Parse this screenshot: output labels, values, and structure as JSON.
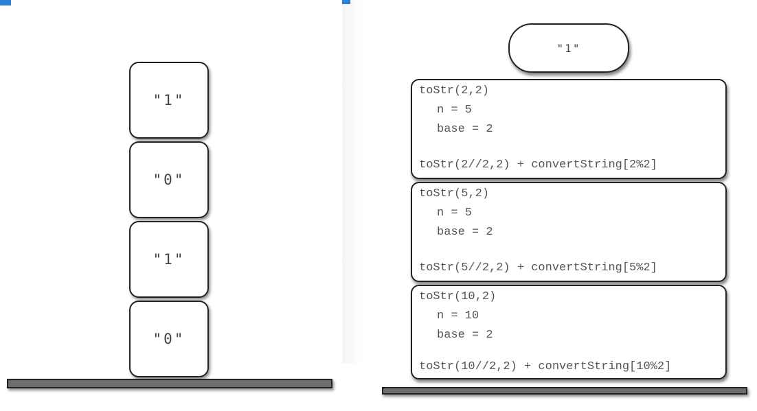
{
  "left_stack": {
    "items": [
      "\"1\"",
      "\"0\"",
      "\"1\"",
      "\"0\""
    ]
  },
  "right_stack": {
    "result": "\"1\"",
    "frames": [
      {
        "call": "toStr(2,2)",
        "n_line": "n = 5",
        "base_line": "base = 2",
        "return_line": "toStr(2//2,2) + convertString[2%2]"
      },
      {
        "call": "toStr(5,2)",
        "n_line": "n = 5",
        "base_line": "base = 2",
        "return_line": "toStr(5//2,2) + convertString[5%2]"
      },
      {
        "call": "toStr(10,2)",
        "n_line": "n = 10",
        "base_line": "base = 2",
        "return_line": "toStr(10//2,2) + convertString[10%2]"
      }
    ]
  },
  "colors": {
    "marker": "#2b7fd4",
    "floor": "#6e6e6e",
    "border": "#222222"
  }
}
